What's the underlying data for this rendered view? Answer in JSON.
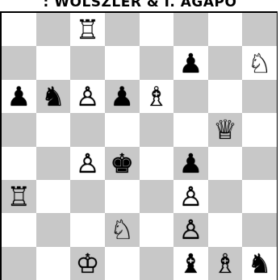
{
  "title": ": WOLSZLER & I. AGAPO",
  "board": {
    "light_color": "#ffffff",
    "dark_color": "#c8c8c8",
    "ranks": [
      [
        "",
        "",
        "♖",
        "",
        "",
        "",
        "",
        ""
      ],
      [
        "",
        "",
        "",
        "",
        "",
        "♟",
        "",
        "♘"
      ],
      [
        "♟",
        "♞",
        "♙",
        "♟",
        "♗",
        "",
        "",
        ""
      ],
      [
        "",
        "",
        "",
        "",
        "",
        "",
        "♕",
        ""
      ],
      [
        "",
        "",
        "♙",
        "♚",
        "",
        "♟",
        "",
        ""
      ],
      [
        "♖",
        "",
        "",
        "",
        "",
        "♙",
        "",
        ""
      ],
      [
        "",
        "",
        "",
        "♘",
        "",
        "♙",
        "",
        ""
      ],
      [
        "",
        "",
        "♔",
        "",
        "",
        "♝",
        "♗",
        "♞"
      ]
    ],
    "names": [
      [
        "",
        "",
        "white-rook",
        "",
        "",
        "",
        "",
        ""
      ],
      [
        "",
        "",
        "",
        "",
        "",
        "black-pawn",
        "",
        "white-knight"
      ],
      [
        "black-pawn",
        "black-knight",
        "white-pawn",
        "black-pawn",
        "white-bishop",
        "",
        "",
        ""
      ],
      [
        "",
        "",
        "",
        "",
        "",
        "",
        "white-queen",
        ""
      ],
      [
        "",
        "",
        "white-pawn",
        "black-king",
        "",
        "black-pawn",
        "",
        ""
      ],
      [
        "white-rook",
        "",
        "",
        "",
        "",
        "white-pawn",
        "",
        ""
      ],
      [
        "",
        "",
        "",
        "white-knight",
        "",
        "white-pawn",
        "",
        ""
      ],
      [
        "",
        "",
        "white-king",
        "",
        "",
        "black-bishop",
        "white-bishop",
        "black-knight"
      ]
    ]
  }
}
